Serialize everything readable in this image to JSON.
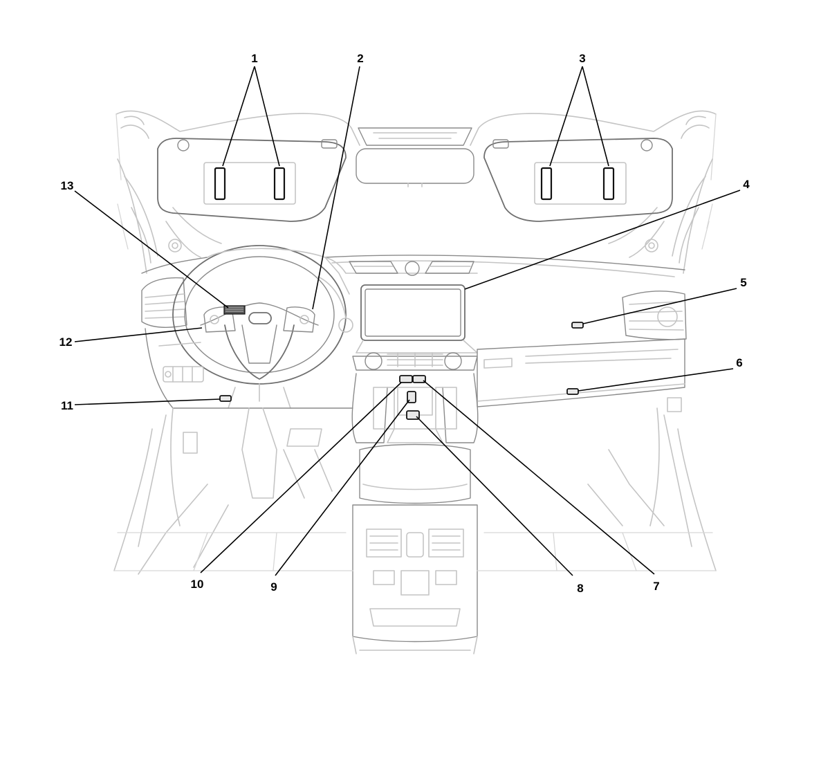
{
  "callouts": [
    {
      "id": "1",
      "label": "1"
    },
    {
      "id": "2",
      "label": "2"
    },
    {
      "id": "3",
      "label": "3"
    },
    {
      "id": "4",
      "label": "4"
    },
    {
      "id": "5",
      "label": "5"
    },
    {
      "id": "6",
      "label": "6"
    },
    {
      "id": "7",
      "label": "7"
    },
    {
      "id": "8",
      "label": "8"
    },
    {
      "id": "9",
      "label": "9"
    },
    {
      "id": "10",
      "label": "10"
    },
    {
      "id": "11",
      "label": "11"
    },
    {
      "id": "12",
      "label": "12"
    },
    {
      "id": "13",
      "label": "13"
    }
  ],
  "colors": {
    "line_art": "#c4c4c4",
    "callout_ink": "#000000",
    "background": "#ffffff"
  }
}
